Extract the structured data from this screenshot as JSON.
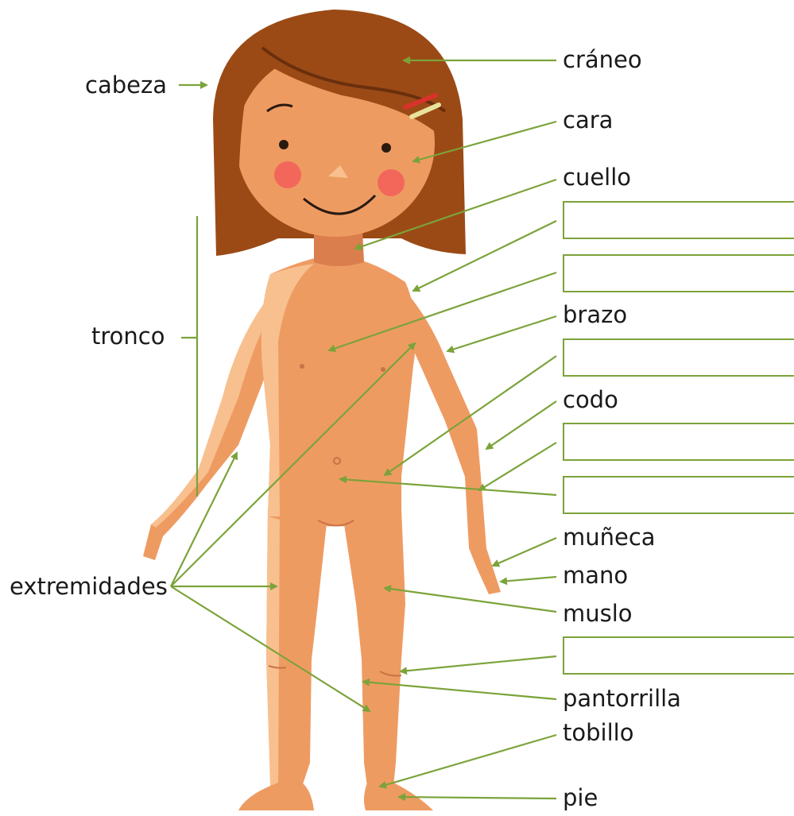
{
  "labels": {
    "cabeza": "cabeza",
    "tronco": "tronco",
    "extremidades": "extremidades",
    "craneo": "cráneo",
    "cara": "cara",
    "cuello": "cuello",
    "brazo": "brazo",
    "codo": "codo",
    "muneca": "muñeca",
    "mano": "mano",
    "muslo": "muslo",
    "pantorrilla": "pantorrilla",
    "tobillo": "tobillo",
    "pie": "pie"
  },
  "blanks": [
    "",
    "",
    "",
    "",
    "",
    ""
  ],
  "colors": {
    "arrow": "#7ba33a",
    "skin": "#ee9b62",
    "skin_light": "#f8c08f",
    "skin_shadow": "#c97245",
    "hair": "#9b4a16",
    "hair_dark": "#6a2f0c",
    "cheek": "#f4565a",
    "text": "#1a1a1a"
  }
}
